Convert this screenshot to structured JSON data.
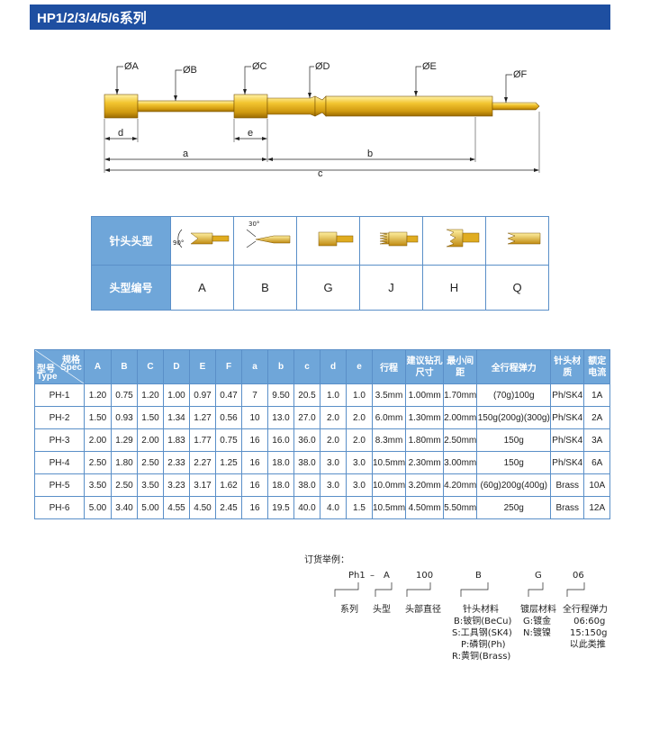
{
  "header": {
    "title": "HP1/2/3/4/5/6系列"
  },
  "diagram": {
    "diameter_labels": [
      "ØA",
      "ØB",
      "ØC",
      "ØD",
      "ØE",
      "ØF"
    ],
    "dimension_labels": {
      "d": "d",
      "e": "e",
      "a": "a",
      "b": "b",
      "c": "c"
    }
  },
  "tip_table": {
    "row1_header": "针头头型",
    "row2_header": "头型编号",
    "angle_90": "90°",
    "angle_30": "30°",
    "codes": [
      "A",
      "B",
      "G",
      "J",
      "H",
      "Q"
    ]
  },
  "spec_table": {
    "corner": {
      "spec_zh": "规格",
      "spec_en": "Spec",
      "type_zh": "型号",
      "type_en": "Type"
    },
    "columns": [
      "A",
      "B",
      "C",
      "D",
      "E",
      "F",
      "a",
      "b",
      "c",
      "d",
      "e",
      "行程",
      "建议钻孔尺寸",
      "最小间距",
      "全行程弹力",
      "针头材质",
      "额定电流"
    ],
    "rows": [
      [
        "PH-1",
        "1.20",
        "0.75",
        "1.20",
        "1.00",
        "0.97",
        "0.47",
        "7",
        "9.50",
        "20.5",
        "1.0",
        "1.0",
        "3.5mm",
        "1.00mm",
        "1.70mm",
        "(70g)100g",
        "Ph/SK4",
        "1A"
      ],
      [
        "PH-2",
        "1.50",
        "0.93",
        "1.50",
        "1.34",
        "1.27",
        "0.56",
        "10",
        "13.0",
        "27.0",
        "2.0",
        "2.0",
        "6.0mm",
        "1.30mm",
        "2.00mm",
        "150g(200g)(300g)",
        "Ph/SK4",
        "2A"
      ],
      [
        "PH-3",
        "2.00",
        "1.29",
        "2.00",
        "1.83",
        "1.77",
        "0.75",
        "16",
        "16.0",
        "36.0",
        "2.0",
        "2.0",
        "8.3mm",
        "1.80mm",
        "2.50mm",
        "150g",
        "Ph/SK4",
        "3A"
      ],
      [
        "PH-4",
        "2.50",
        "1.80",
        "2.50",
        "2.33",
        "2.27",
        "1.25",
        "16",
        "18.0",
        "38.0",
        "3.0",
        "3.0",
        "10.5mm",
        "2.30mm",
        "3.00mm",
        "150g",
        "Ph/SK4",
        "6A"
      ],
      [
        "PH-5",
        "3.50",
        "2.50",
        "3.50",
        "3.23",
        "3.17",
        "1.62",
        "16",
        "18.0",
        "38.0",
        "3.0",
        "3.0",
        "10.0mm",
        "3.20mm",
        "4.20mm",
        "(60g)200g(400g)",
        "Brass",
        "10A"
      ],
      [
        "PH-6",
        "5.00",
        "3.40",
        "5.00",
        "4.55",
        "4.50",
        "2.45",
        "16",
        "19.5",
        "40.0",
        "4.0",
        "1.5",
        "10.5mm",
        "4.50mm",
        "5.50mm",
        "250g",
        "Brass",
        "12A"
      ]
    ]
  },
  "order_example": {
    "title": "订货举例：",
    "code_parts": [
      "Ph1",
      "–",
      "A",
      "100",
      "B",
      "G",
      "06"
    ],
    "labels": [
      "系列",
      "头型",
      "头部直径",
      "针头材料",
      "镀层材料",
      "全行程弹力"
    ],
    "material_options": [
      "B:铍铜(BeCu)",
      "S:工具钢(SK4)",
      "P:磷铜(Ph)",
      "R:黄铜(Brass)"
    ],
    "plating_options": [
      "G:镀金",
      "N:镀镍"
    ],
    "force_options": [
      "06:60g",
      "15:150g",
      "以此类推"
    ]
  },
  "colors": {
    "header_bg": "#1e4fa1",
    "table_header": "#6fa6d9",
    "gold": "#e8b520"
  }
}
